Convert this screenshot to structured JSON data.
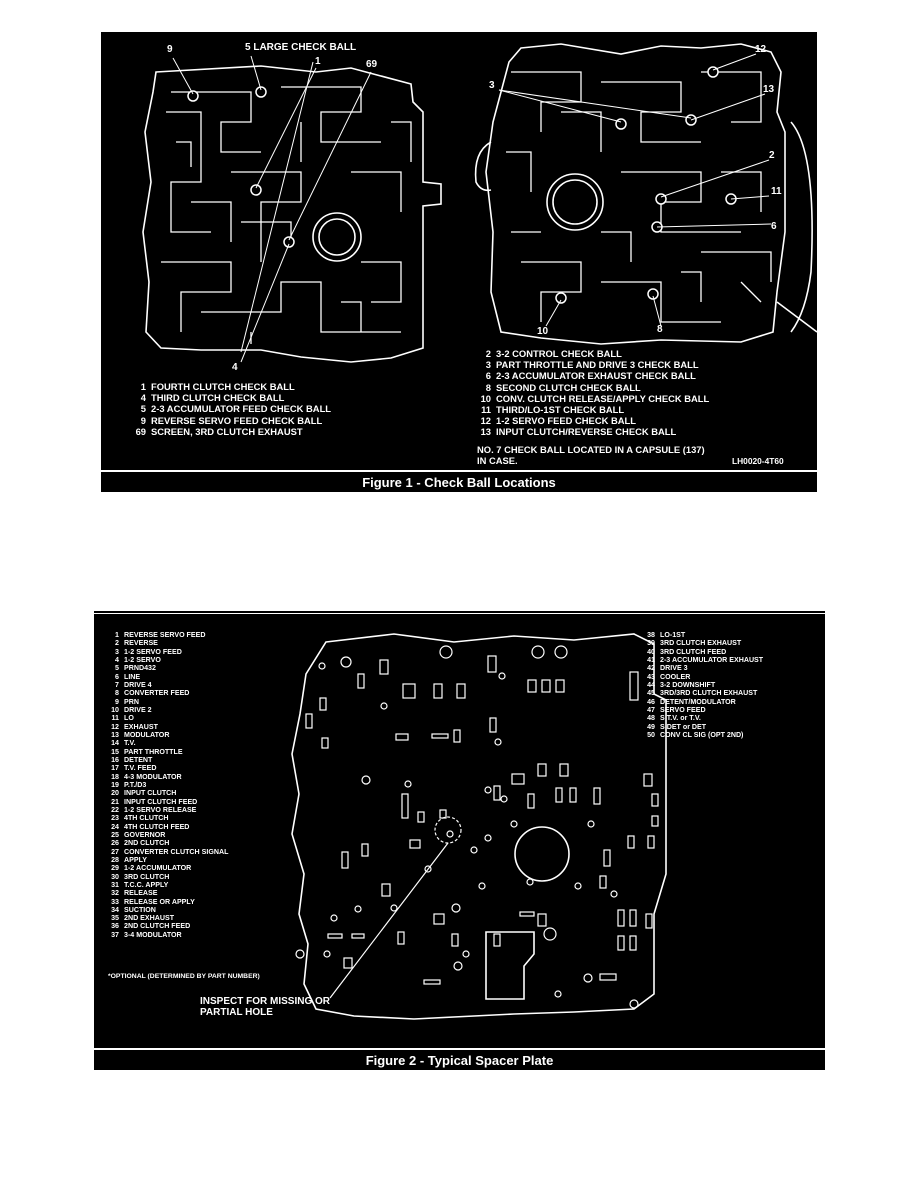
{
  "figure1": {
    "caption": "Figure 1 - Check Ball Locations",
    "callouts": [
      "9",
      "5 LARGE CHECK BALL",
      "1",
      "69",
      "4",
      "3",
      "12",
      "13",
      "2",
      "11",
      "6",
      "10",
      "8"
    ],
    "legend_left": [
      {
        "num": "1",
        "text": "FOURTH CLUTCH CHECK BALL"
      },
      {
        "num": "4",
        "text": "THIRD CLUTCH CHECK BALL"
      },
      {
        "num": "5",
        "text": "2-3 ACCUMULATOR FEED CHECK BALL"
      },
      {
        "num": "9",
        "text": "REVERSE SERVO FEED CHECK BALL"
      },
      {
        "num": "69",
        "text": "SCREEN, 3RD CLUTCH EXHAUST"
      }
    ],
    "legend_right": [
      {
        "num": "2",
        "text": "3-2 CONTROL CHECK BALL"
      },
      {
        "num": "3",
        "text": "PART THROTTLE AND DRIVE 3 CHECK BALL"
      },
      {
        "num": "6",
        "text": "2-3 ACCUMULATOR EXHAUST CHECK BALL"
      },
      {
        "num": "8",
        "text": "SECOND CLUTCH CHECK BALL"
      },
      {
        "num": "10",
        "text": "CONV. CLUTCH RELEASE/APPLY CHECK BALL"
      },
      {
        "num": "11",
        "text": "THIRD/LO-1ST CHECK BALL"
      },
      {
        "num": "12",
        "text": "1-2 SERVO FEED CHECK BALL"
      },
      {
        "num": "13",
        "text": "INPUT CLUTCH/REVERSE CHECK BALL"
      }
    ],
    "note_line1": "NO. 7 CHECK BALL LOCATED IN A CAPSULE (137)",
    "note_line2": "IN CASE.",
    "code": "LH0020-4T60"
  },
  "figure2": {
    "caption": "Figure 2 - Typical Spacer Plate",
    "legend_left": [
      {
        "num": "1",
        "text": "REVERSE SERVO FEED"
      },
      {
        "num": "2",
        "text": "REVERSE"
      },
      {
        "num": "3",
        "text": "1-2 SERVO FEED"
      },
      {
        "num": "4",
        "text": "1-2 SERVO"
      },
      {
        "num": "5",
        "text": "PRND432"
      },
      {
        "num": "6",
        "text": "LINE"
      },
      {
        "num": "7",
        "text": "DRIVE 4"
      },
      {
        "num": "8",
        "text": "CONVERTER FEED"
      },
      {
        "num": "9",
        "text": "PRN"
      },
      {
        "num": "10",
        "text": "DRIVE 2"
      },
      {
        "num": "11",
        "text": "LO"
      },
      {
        "num": "12",
        "text": "EXHAUST"
      },
      {
        "num": "13",
        "text": "MODULATOR"
      },
      {
        "num": "14",
        "text": "T.V."
      },
      {
        "num": "15",
        "text": "PART THROTTLE"
      },
      {
        "num": "16",
        "text": "DETENT"
      },
      {
        "num": "17",
        "text": "T.V. FEED"
      },
      {
        "num": "18",
        "text": "4-3 MODULATOR"
      },
      {
        "num": "19",
        "text": "P.T./D3"
      },
      {
        "num": "20",
        "text": "INPUT CLUTCH"
      },
      {
        "num": "21",
        "text": "INPUT CLUTCH FEED"
      },
      {
        "num": "22",
        "text": "1-2 SERVO RELEASE"
      },
      {
        "num": "23",
        "text": "4TH CLUTCH"
      },
      {
        "num": "24",
        "text": "4TH CLUTCH FEED"
      },
      {
        "num": "25",
        "text": "GOVERNOR"
      },
      {
        "num": "26",
        "text": "2ND CLUTCH"
      },
      {
        "num": "27",
        "text": "CONVERTER CLUTCH SIGNAL"
      },
      {
        "num": "28",
        "text": "APPLY"
      },
      {
        "num": "29",
        "text": "1-2 ACCUMULATOR"
      },
      {
        "num": "30",
        "text": "3RD CLUTCH"
      },
      {
        "num": "31",
        "text": "T.C.C. APPLY"
      },
      {
        "num": "32",
        "text": "RELEASE"
      },
      {
        "num": "33",
        "text": "RELEASE OR APPLY"
      },
      {
        "num": "34",
        "text": "SUCTION"
      },
      {
        "num": "35",
        "text": "2ND EXHAUST"
      },
      {
        "num": "36",
        "text": "2ND CLUTCH FEED"
      },
      {
        "num": "37",
        "text": "3-4 MODULATOR"
      }
    ],
    "legend_right": [
      {
        "num": "38",
        "text": "LO-1ST"
      },
      {
        "num": "39",
        "text": "3RD CLUTCH EXHAUST"
      },
      {
        "num": "40",
        "text": "3RD CLUTCH FEED"
      },
      {
        "num": "41",
        "text": "2-3 ACCUMULATOR EXHAUST"
      },
      {
        "num": "42",
        "text": "DRIVE 3"
      },
      {
        "num": "43",
        "text": "COOLER"
      },
      {
        "num": "44",
        "text": "3-2 DOWNSHIFT"
      },
      {
        "num": "45",
        "text": "3RD/3RD CLUTCH EXHAUST"
      },
      {
        "num": "46",
        "text": "DETENT/MODULATOR"
      },
      {
        "num": "47",
        "text": "SERVO FEED"
      },
      {
        "num": "48",
        "text": "S T.V. or T.V."
      },
      {
        "num": "49",
        "text": "S DET or DET"
      },
      {
        "num": "50",
        "text": "CONV CL SIG (OPT 2ND)"
      }
    ],
    "optional_note": "*OPTIONAL (DETERMINED BY PART NUMBER)",
    "inspect_line1": "INSPECT FOR MISSING OR",
    "inspect_line2": "PARTIAL HOLE"
  }
}
